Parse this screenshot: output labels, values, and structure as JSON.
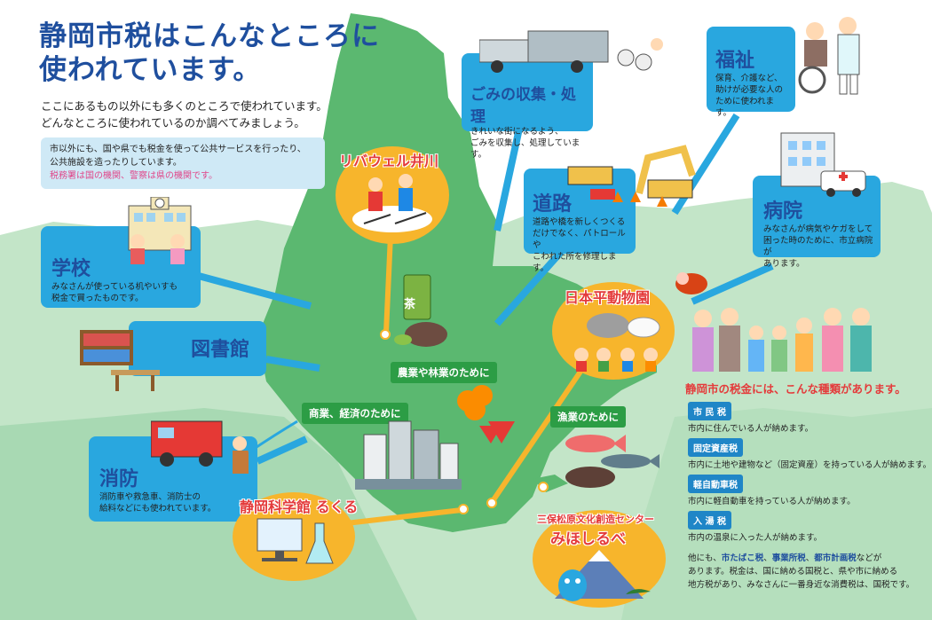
{
  "header": {
    "title_line1": "静岡市税はこんなところに",
    "title_line2": "使われています。",
    "intro_line1": "ここにあるもの以外にも多くのところで使われています。",
    "intro_line2": "どんなところに使われているのか調べてみましょう。"
  },
  "note": {
    "line1": "市以外にも、国や県でも税金を使って公共サービスを行ったり、",
    "line2": "公共施設を造ったりしています。",
    "line3": "税務署は国の機関、警察は県の機関です。"
  },
  "facilities": {
    "school": {
      "title": "学校",
      "desc1": "みなさんが使っている机やいすも",
      "desc2": "税金で買ったものです。"
    },
    "library": {
      "title": "図書館"
    },
    "fire": {
      "title": "消防",
      "desc1": "消防車や救急車、消防士の",
      "desc2": "給料などにも使われています。"
    },
    "garbage": {
      "title": "ごみの収集・処理",
      "desc1": "きれいな街になるよう、",
      "desc2": "ごみを収集し、処理しています。"
    },
    "road": {
      "title": "道路",
      "desc1": "道路や橋を新しくつくる",
      "desc2": "だけでなく、パトロールや",
      "desc3": "こわれた所を修理します。"
    },
    "welfare": {
      "title": "福祉",
      "desc1": "保育、介護など、",
      "desc2": "助けが必要な人の",
      "desc3": "ために使われます。"
    },
    "hospital": {
      "title": "病院",
      "desc1": "みなさんが病気やケガをして",
      "desc2": "困った時のために、市立病院が",
      "desc3": "あります。"
    }
  },
  "spots": {
    "ribawell": "リバウェル井川",
    "zoo": "日本平動物園",
    "science": "静岡科学館 るくる",
    "miho1": "三保松原文化創造センター",
    "miho2": "みほしるべ",
    "tea": "茶"
  },
  "labels": {
    "agri": "農業や林業のために",
    "commerce": "商業、経済のために",
    "fishery": "漁業のために"
  },
  "taxes": {
    "header": "静岡市の税金には、こんな種類があります。",
    "items": [
      {
        "name": "市 民 税",
        "desc": "市内に住んでいる人が納めます。"
      },
      {
        "name": "固定資産税",
        "desc": "市内に土地や建物など（固定資産）を持っている人が納めます。"
      },
      {
        "name": "軽自動車税",
        "desc": "市内に軽自動車を持っている人が納めます。"
      },
      {
        "name": "入 湯 税",
        "desc": "市内の温泉に入った人が納めます。"
      }
    ],
    "footer_pre": "他にも、",
    "footer_tax1": "市たばこ税",
    "footer_sep1": "、",
    "footer_tax2": "事業所税",
    "footer_sep2": "、",
    "footer_tax3": "都市計画税",
    "footer_post": "などが",
    "footer_line2": "あります。税金は、国に納める国税と、県や市に納める",
    "footer_line3": "地方税があり、みなさんに一番身近な消費税は、国税です。"
  },
  "colors": {
    "title_blue": "#1f4f9e",
    "box_blue": "#29a7df",
    "map_green": "#5bb870",
    "light_green": "#bfe2c4",
    "circle_orange": "#f7b52c",
    "accent_red": "#e43b3b"
  }
}
